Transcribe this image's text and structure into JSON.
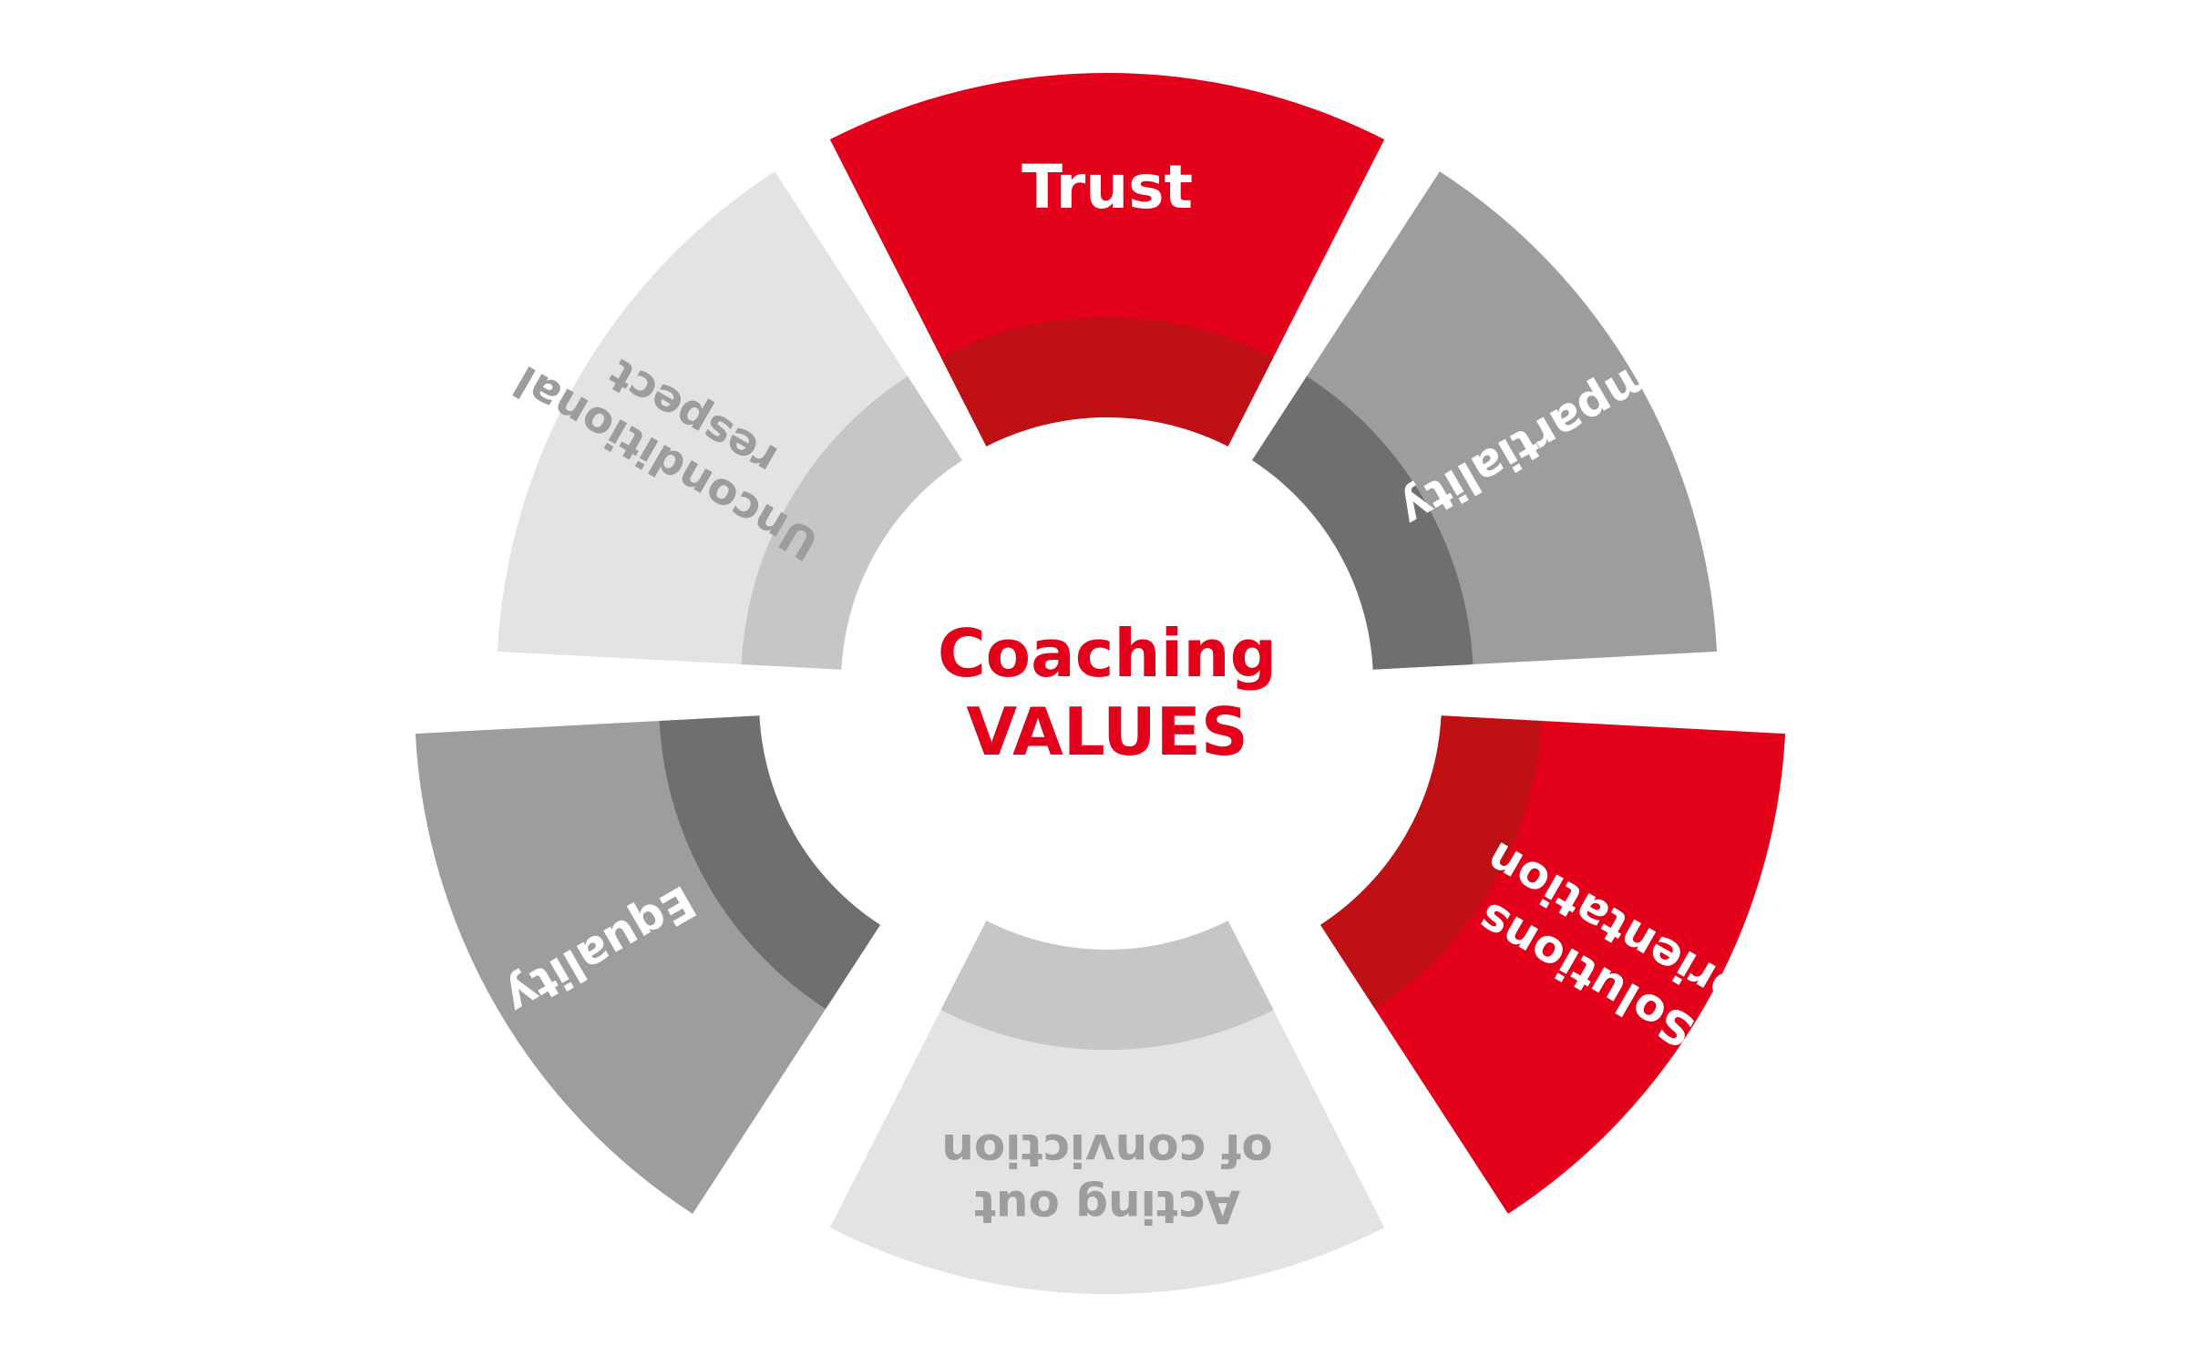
{
  "center": {
    "line1": "Coaching",
    "line2": "VALUES",
    "color": "#e2001a"
  },
  "segments": [
    {
      "name": "trust",
      "lines": [
        "Trust"
      ],
      "fill": "#e2001a",
      "inner_fill": "#be1015",
      "text_color": "#ffffff"
    },
    {
      "name": "impartiality",
      "lines": [
        "Impartiality"
      ],
      "fill": "#9d9d9c",
      "inner_fill": "#6f6f6e",
      "text_color": "#ffffff"
    },
    {
      "name": "solutions-orientation",
      "lines": [
        "Solutions",
        "orientation"
      ],
      "fill": "#e2001a",
      "inner_fill": "#be1015",
      "text_color": "#ffffff"
    },
    {
      "name": "acting-out-of-conviction",
      "lines": [
        "Acting out",
        "of conviction"
      ],
      "fill": "#e3e3e3",
      "inner_fill": "#c6c6c6",
      "text_color": "#9d9d9c"
    },
    {
      "name": "equality",
      "lines": [
        "Equality"
      ],
      "fill": "#9d9d9c",
      "inner_fill": "#6f6f6e",
      "text_color": "#ffffff"
    },
    {
      "name": "unconditional-respect",
      "lines": [
        "Unconditional",
        "respect"
      ],
      "fill": "#e3e3e3",
      "inner_fill": "#c6c6c6",
      "text_color": "#9d9d9c"
    }
  ]
}
